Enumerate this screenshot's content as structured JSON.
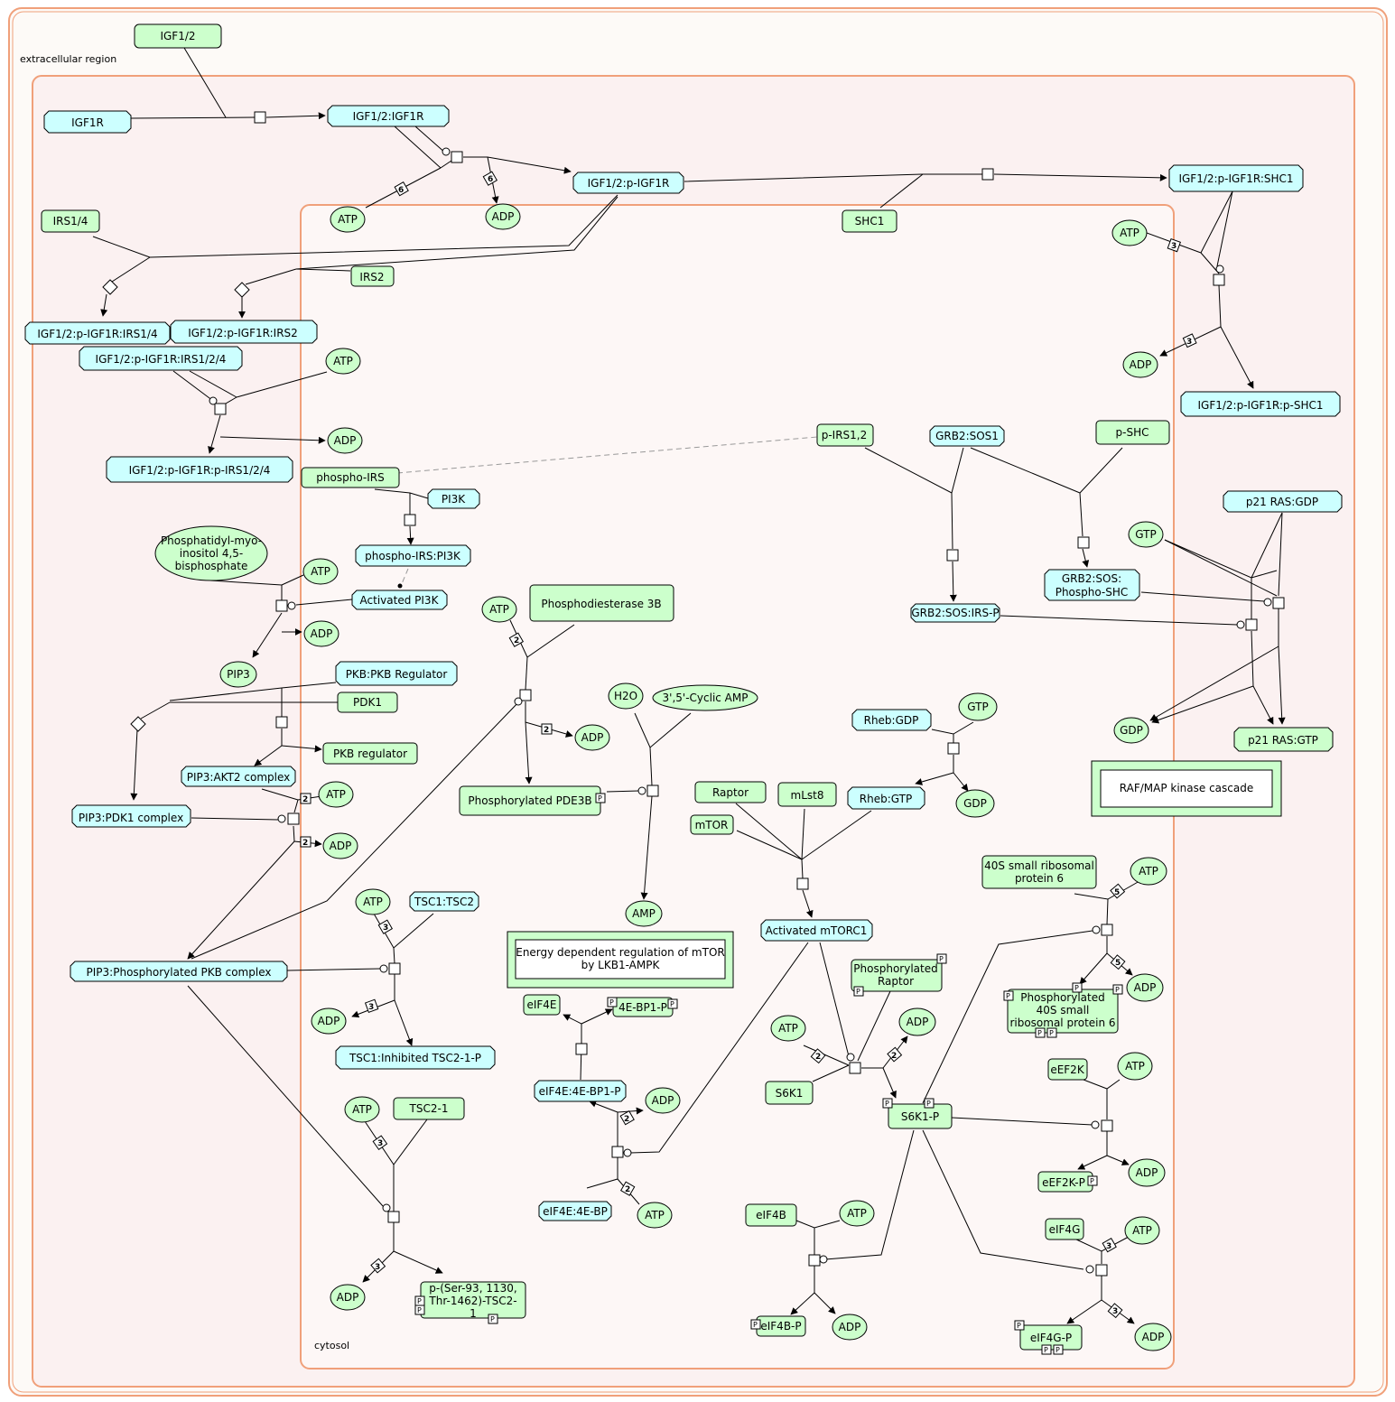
{
  "colors": {
    "outer_border": "#f0a07a",
    "outer_fill": "#fdfaf7",
    "inner_fill": "#fbf1f1",
    "cytosol_fill": "#fdf7f6",
    "entity_green": "#ccffcc",
    "complex_cyan": "#ccffff",
    "line": "#000000"
  },
  "compartments": {
    "extracellular": "extracellular region",
    "cytosol": "cytosol"
  },
  "nodes": {
    "igf12": "IGF1/2",
    "igf1r": "IGF1R",
    "igf_igf1r": "IGF1/2:IGF1R",
    "igf_pigf1r": "IGF1/2:p-IGF1R",
    "shc1": "SHC1",
    "igf_pigf1r_shc1": "IGF1/2:p-IGF1R:SHC1",
    "igf_pigf1r_pshc1": "IGF1/2:p-IGF1R:p-SHC1",
    "irs14": "IRS1/4",
    "irs2": "IRS2",
    "igf_irs14": "IGF1/2:p-IGF1R:IRS1/4",
    "igf_irs2": "IGF1/2:p-IGF1R:IRS2",
    "igf_irs124": "IGF1/2:p-IGF1R:IRS1/2/4",
    "igf_pirs124": "IGF1/2:p-IGF1R:p-IRS1/2/4",
    "pirs12": "p-IRS1,2",
    "grb2sos1": "GRB2:SOS1",
    "pshc": "p-SHC",
    "grb2sos_pshc_1": "GRB2:SOS:",
    "grb2sos_pshc_2": "Phospho-SHC",
    "grb2sos_irsp": "GRB2:SOS:IRS-P",
    "p21_gdp": "p21 RAS:GDP",
    "p21_gtp": "p21 RAS:GTP",
    "raf_map": "RAF/MAP kinase cascade",
    "phospho_irs": "phospho-IRS",
    "pi3k": "PI3K",
    "phospho_irs_pi3k": "phospho-IRS:PI3K",
    "activated_pi3k": "Activated PI3K",
    "pip2_1": "Phosphatidyl-myo-",
    "pip2_2": "inositol 4,5-",
    "pip2_3": "bisphosphate",
    "pip3": "PIP3",
    "pkb_reg": "PKB:PKB Regulator",
    "pdk1": "PDK1",
    "pkb_regulator": "PKB regulator",
    "pip3_akt2": "PIP3:AKT2 complex",
    "pip3_pdk1": "PIP3:PDK1 complex",
    "pip3_ppkb": "PIP3:Phosphorylated PKB complex",
    "pde3b": "Phosphodiesterase 3B",
    "ppde3b": "Phosphorylated PDE3B",
    "h2o": "H2O",
    "camp": "3',5'-Cyclic AMP",
    "amp": "AMP",
    "ampk_1": "Energy dependent regulation of mTOR",
    "ampk_2": "by LKB1-AMPK",
    "tsc1tsc2": "TSC1:TSC2",
    "tsc_inh": "TSC1:Inhibited TSC2-1-P",
    "tsc21": "TSC2-1",
    "ptsc2_1": "p-(Ser-93, 1130,",
    "ptsc2_2": "Thr-1462)-TSC2-",
    "ptsc2_3": "1",
    "rheb_gdp": "Rheb:GDP",
    "rheb_gtp": "Rheb:GTP",
    "raptor": "Raptor",
    "mlst8": "mLst8",
    "mtor": "mTOR",
    "amtorc1": "Activated mTORC1",
    "praptor_1": "Phosphorylated",
    "praptor_2": "Raptor",
    "s6k1": "S6K1",
    "s6k1p": "S6K1-P",
    "rps6_1": "40S small ribosomal",
    "rps6_2": "protein 6",
    "prps6_1": "Phosphorylated",
    "prps6_2": "40S small",
    "prps6_3": "ribosomal protein 6",
    "eef2k": "eEF2K",
    "eef2kp": "eEF2K-P",
    "eif4e": "eIF4E",
    "bp1p": "4E-BP1-P",
    "eif4e_bp1p": "eIF4E:4E-BP1-P",
    "eif4e_bp": "eIF4E:4E-BP",
    "eif4b": "eIF4B",
    "eif4bp": "eIF4B-P",
    "eif4g": "eIF4G",
    "eif4gp": "eIF4G-P",
    "atp": "ATP",
    "adp": "ADP",
    "gtp": "GTP",
    "gdp": "GDP",
    "p": "P"
  },
  "stoich": {
    "six": "6",
    "three": "3",
    "two": "2",
    "five": "5"
  }
}
